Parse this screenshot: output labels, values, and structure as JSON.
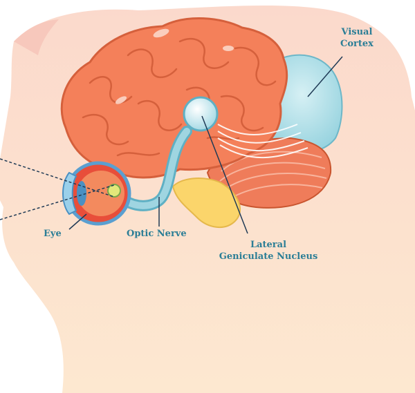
{
  "labels": {
    "visual_cortex_line1": "Visual",
    "visual_cortex_line2": "Cortex",
    "eye": "Eye",
    "optic_nerve": "Optic Nerve",
    "lgn_line1": "Lateral",
    "lgn_line2": "Geniculate Nucleus"
  },
  "colors": {
    "label_text": "#2b7e96",
    "brain": "#f47f5a",
    "brain_outline": "#d9613d",
    "visual_cortex": "#a8d9e2",
    "head_skin": "#fde4cc",
    "optic_nerve": "#7fc6d6",
    "cerebellum_like_gland": "#fbd56b"
  }
}
